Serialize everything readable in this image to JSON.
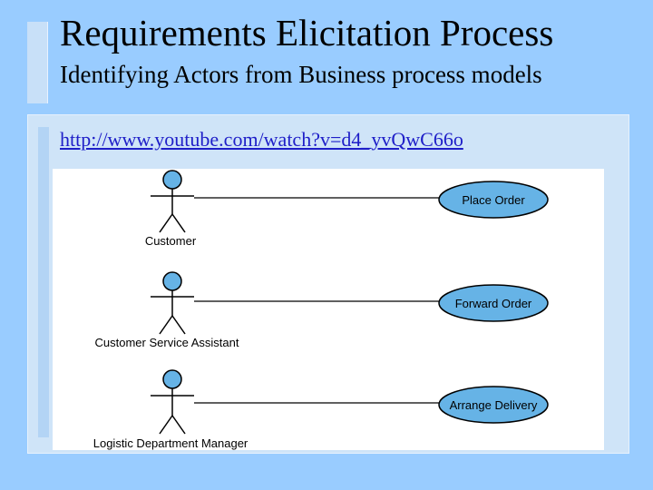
{
  "slide": {
    "title": "Requirements Elicitation Process",
    "subtitle": "Identifying Actors from Business process models",
    "link": "http://www.youtube.com/watch?v=d4_yvQwC66o"
  },
  "diagram": {
    "actors": [
      {
        "label": "Customer"
      },
      {
        "label": "Customer Service Assistant"
      },
      {
        "label": "Logistic Department Manager"
      }
    ],
    "use_cases": [
      {
        "label": "Place Order"
      },
      {
        "label": "Forward Order"
      },
      {
        "label": "Arrange Delivery"
      }
    ],
    "colors": {
      "actor_head": "#66b3e6",
      "use_case_fill": "#66b3e6",
      "line": "#000000"
    }
  }
}
